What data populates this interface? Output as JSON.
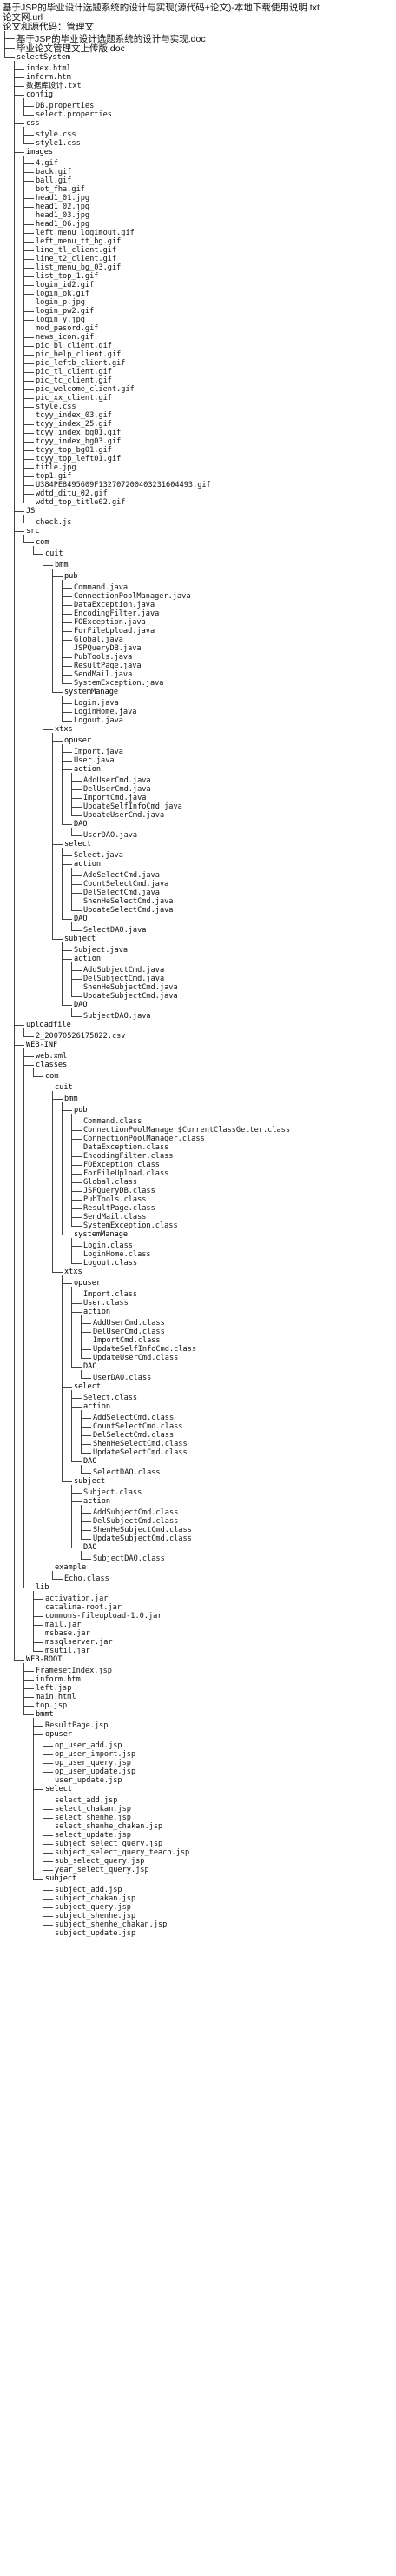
{
  "rows": [
    {
      "t": "基于JSP的毕业设计选题系统的设计与实现(源代码+论文)-本地下载使用说明.txt",
      "d": 0,
      "top": true
    },
    {
      "t": "论文网.url",
      "d": 0,
      "top": true
    },
    {
      "t": "论文和源代码：管理文",
      "d": 0,
      "top": true,
      "folder": true
    },
    {
      "t": "基于JSP的毕业设计选题系统的设计与实现.doc",
      "d": 1,
      "top": true
    },
    {
      "t": "毕业论文管理文上传版.doc",
      "d": 1,
      "top": true
    },
    {
      "t": "selectSystem",
      "d": 1,
      "folder": true
    },
    {
      "t": "index.html",
      "d": 2
    },
    {
      "t": "inform.htm",
      "d": 2
    },
    {
      "t": "数据库设计.txt",
      "d": 2
    },
    {
      "t": "config",
      "d": 2,
      "folder": true
    },
    {
      "t": "DB.properties",
      "d": 3
    },
    {
      "t": "select.properties",
      "d": 3
    },
    {
      "t": "css",
      "d": 2,
      "folder": true
    },
    {
      "t": "style.css",
      "d": 3
    },
    {
      "t": "style1.css",
      "d": 3
    },
    {
      "t": "images",
      "d": 2,
      "folder": true
    },
    {
      "t": "4.gif",
      "d": 3
    },
    {
      "t": "back.gif",
      "d": 3
    },
    {
      "t": "ball.gif",
      "d": 3
    },
    {
      "t": "bot_fha.gif",
      "d": 3
    },
    {
      "t": "head1_01.jpg",
      "d": 3
    },
    {
      "t": "head1_02.jpg",
      "d": 3
    },
    {
      "t": "head1_03.jpg",
      "d": 3
    },
    {
      "t": "head1_06.jpg",
      "d": 3
    },
    {
      "t": "left_menu_logimout.gif",
      "d": 3
    },
    {
      "t": "left_menu_tt_bg.gif",
      "d": 3
    },
    {
      "t": "line_tl_client.gif",
      "d": 3
    },
    {
      "t": "line_t2_client.gif",
      "d": 3
    },
    {
      "t": "list_menu_bg_03.gif",
      "d": 3
    },
    {
      "t": "list_top_1.gif",
      "d": 3
    },
    {
      "t": "login_id2.gif",
      "d": 3
    },
    {
      "t": "login_ok.gif",
      "d": 3
    },
    {
      "t": "login_p.jpg",
      "d": 3
    },
    {
      "t": "login_pw2.gif",
      "d": 3
    },
    {
      "t": "login_y.jpg",
      "d": 3
    },
    {
      "t": "mod_pasord.gif",
      "d": 3
    },
    {
      "t": "news_icon.gif",
      "d": 3
    },
    {
      "t": "pic_bl_client.gif",
      "d": 3
    },
    {
      "t": "pic_help_client.gif",
      "d": 3
    },
    {
      "t": "pic_leftb_client.gif",
      "d": 3
    },
    {
      "t": "pic_tl_client.gif",
      "d": 3
    },
    {
      "t": "pic_tc_client.gif",
      "d": 3
    },
    {
      "t": "pic_welcome_client.gif",
      "d": 3
    },
    {
      "t": "pic_xx_client.gif",
      "d": 3
    },
    {
      "t": "style.css",
      "d": 3
    },
    {
      "t": "tcyy_index_03.gif",
      "d": 3
    },
    {
      "t": "tcyy_index_25.gif",
      "d": 3
    },
    {
      "t": "tcyy_index_bg01.gif",
      "d": 3
    },
    {
      "t": "tcyy_index_bg03.gif",
      "d": 3
    },
    {
      "t": "tcyy_top_bg01.gif",
      "d": 3
    },
    {
      "t": "tcyy_top_left01.gif",
      "d": 3
    },
    {
      "t": "title.jpg",
      "d": 3
    },
    {
      "t": "top1.gif",
      "d": 3
    },
    {
      "t": "U384PE8495609F132707200403231604493.gif",
      "d": 3
    },
    {
      "t": "wdtd_ditu_02.gif",
      "d": 3
    },
    {
      "t": "wdtd_top_title02.gif",
      "d": 3
    },
    {
      "t": "JS",
      "d": 2,
      "folder": true
    },
    {
      "t": "check.js",
      "d": 3
    },
    {
      "t": "src",
      "d": 2,
      "folder": true
    },
    {
      "t": "com",
      "d": 3,
      "folder": true
    },
    {
      "t": "cuit",
      "d": 4,
      "folder": true
    },
    {
      "t": "bmm",
      "d": 5,
      "folder": true
    },
    {
      "t": "pub",
      "d": 6,
      "folder": true
    },
    {
      "t": "Command.java",
      "d": 7
    },
    {
      "t": "ConnectionPoolManager.java",
      "d": 7
    },
    {
      "t": "DataException.java",
      "d": 7
    },
    {
      "t": "EncodingFilter.java",
      "d": 7
    },
    {
      "t": "FOException.java",
      "d": 7
    },
    {
      "t": "ForFileUpload.java",
      "d": 7
    },
    {
      "t": "Global.java",
      "d": 7
    },
    {
      "t": "JSPQueryDB.java",
      "d": 7
    },
    {
      "t": "PubTools.java",
      "d": 7
    },
    {
      "t": "ResultPage.java",
      "d": 7
    },
    {
      "t": "SendMail.java",
      "d": 7
    },
    {
      "t": "SystemException.java",
      "d": 7
    },
    {
      "t": "systemManage",
      "d": 6,
      "folder": true
    },
    {
      "t": "Login.java",
      "d": 7
    },
    {
      "t": "LoginHome.java",
      "d": 7
    },
    {
      "t": "Logout.java",
      "d": 7
    },
    {
      "t": "xtxs",
      "d": 5,
      "folder": true
    },
    {
      "t": "opuser",
      "d": 6,
      "folder": true
    },
    {
      "t": "Import.java",
      "d": 7
    },
    {
      "t": "User.java",
      "d": 7
    },
    {
      "t": "action",
      "d": 7,
      "folder": true
    },
    {
      "t": "AddUserCmd.java",
      "d": 8
    },
    {
      "t": "DelUserCmd.java",
      "d": 8
    },
    {
      "t": "ImportCmd.java",
      "d": 8
    },
    {
      "t": "UpdateSelfInfoCmd.java",
      "d": 8
    },
    {
      "t": "UpdateUserCmd.java",
      "d": 8
    },
    {
      "t": "DAO",
      "d": 7,
      "folder": true
    },
    {
      "t": "UserDAO.java",
      "d": 8
    },
    {
      "t": "select",
      "d": 6,
      "folder": true
    },
    {
      "t": "Select.java",
      "d": 7
    },
    {
      "t": "action",
      "d": 7,
      "folder": true
    },
    {
      "t": "AddSelectCmd.java",
      "d": 8
    },
    {
      "t": "CountSelectCmd.java",
      "d": 8
    },
    {
      "t": "DelSelectCmd.java",
      "d": 8
    },
    {
      "t": "ShenHeSelectCmd.java",
      "d": 8
    },
    {
      "t": "UpdateSelectCmd.java",
      "d": 8
    },
    {
      "t": "DAO",
      "d": 7,
      "folder": true
    },
    {
      "t": "SelectDAO.java",
      "d": 8
    },
    {
      "t": "subject",
      "d": 6,
      "folder": true
    },
    {
      "t": "Subject.java",
      "d": 7
    },
    {
      "t": "action",
      "d": 7,
      "folder": true
    },
    {
      "t": "AddSubjectCmd.java",
      "d": 8
    },
    {
      "t": "DelSubjectCmd.java",
      "d": 8
    },
    {
      "t": "ShenHeSubjectCmd.java",
      "d": 8
    },
    {
      "t": "UpdateSubjectCmd.java",
      "d": 8
    },
    {
      "t": "DAO",
      "d": 7,
      "folder": true
    },
    {
      "t": "SubjectDAO.java",
      "d": 8
    },
    {
      "t": "uploadfile",
      "d": 2,
      "folder": true
    },
    {
      "t": "2_20070526175822.csv",
      "d": 3
    },
    {
      "t": "WEB-INF",
      "d": 2,
      "folder": true
    },
    {
      "t": "web.xml",
      "d": 3
    },
    {
      "t": "classes",
      "d": 3,
      "folder": true
    },
    {
      "t": "com",
      "d": 4,
      "folder": true
    },
    {
      "t": "cuit",
      "d": 5,
      "folder": true
    },
    {
      "t": "bmm",
      "d": 6,
      "folder": true
    },
    {
      "t": "pub",
      "d": 7,
      "folder": true
    },
    {
      "t": "Command.class",
      "d": 8
    },
    {
      "t": "ConnectionPoolManager$CurrentClassGetter.class",
      "d": 8
    },
    {
      "t": "ConnectionPoolManager.class",
      "d": 8
    },
    {
      "t": "DataException.class",
      "d": 8
    },
    {
      "t": "EncodingFilter.class",
      "d": 8
    },
    {
      "t": "FOException.class",
      "d": 8
    },
    {
      "t": "ForFileUpload.class",
      "d": 8
    },
    {
      "t": "Global.class",
      "d": 8
    },
    {
      "t": "JSPQueryDB.class",
      "d": 8
    },
    {
      "t": "PubTools.class",
      "d": 8
    },
    {
      "t": "ResultPage.class",
      "d": 8
    },
    {
      "t": "SendMail.class",
      "d": 8
    },
    {
      "t": "SystemException.class",
      "d": 8
    },
    {
      "t": "systemManage",
      "d": 7,
      "folder": true
    },
    {
      "t": "Login.class",
      "d": 8
    },
    {
      "t": "LoginHome.class",
      "d": 8
    },
    {
      "t": "Logout.class",
      "d": 8
    },
    {
      "t": "xtxs",
      "d": 6,
      "folder": true
    },
    {
      "t": "opuser",
      "d": 7,
      "folder": true
    },
    {
      "t": "Import.class",
      "d": 8
    },
    {
      "t": "User.class",
      "d": 8
    },
    {
      "t": "action",
      "d": 8,
      "folder": true
    },
    {
      "t": "AddUserCmd.class",
      "d": 9
    },
    {
      "t": "DelUserCmd.class",
      "d": 9
    },
    {
      "t": "ImportCmd.class",
      "d": 9
    },
    {
      "t": "UpdateSelfInfoCmd.class",
      "d": 9
    },
    {
      "t": "UpdateUserCmd.class",
      "d": 9
    },
    {
      "t": "DAO",
      "d": 8,
      "folder": true
    },
    {
      "t": "UserDAO.class",
      "d": 9
    },
    {
      "t": "select",
      "d": 7,
      "folder": true
    },
    {
      "t": "Select.class",
      "d": 8
    },
    {
      "t": "action",
      "d": 8,
      "folder": true
    },
    {
      "t": "AddSelectCmd.class",
      "d": 9
    },
    {
      "t": "CountSelectCmd.class",
      "d": 9
    },
    {
      "t": "DelSelectCmd.class",
      "d": 9
    },
    {
      "t": "ShenHeSelectCmd.class",
      "d": 9
    },
    {
      "t": "UpdateSelectCmd.class",
      "d": 9
    },
    {
      "t": "DAO",
      "d": 8,
      "folder": true
    },
    {
      "t": "SelectDAO.class",
      "d": 9
    },
    {
      "t": "subject",
      "d": 7,
      "folder": true
    },
    {
      "t": "Subject.class",
      "d": 8
    },
    {
      "t": "action",
      "d": 8,
      "folder": true
    },
    {
      "t": "AddSubjectCmd.class",
      "d": 9
    },
    {
      "t": "DelSubjectCmd.class",
      "d": 9
    },
    {
      "t": "ShenHeSubjectCmd.class",
      "d": 9
    },
    {
      "t": "UpdateSubjectCmd.class",
      "d": 9
    },
    {
      "t": "DAO",
      "d": 8,
      "folder": true
    },
    {
      "t": "SubjectDAO.class",
      "d": 9
    },
    {
      "t": "example",
      "d": 5,
      "folder": true
    },
    {
      "t": "Echo.class",
      "d": 6
    },
    {
      "t": "lib",
      "d": 3,
      "folder": true
    },
    {
      "t": "activation.jar",
      "d": 4
    },
    {
      "t": "catalina-root.jar",
      "d": 4
    },
    {
      "t": "commons-fileupload-1.0.jar",
      "d": 4
    },
    {
      "t": "mail.jar",
      "d": 4
    },
    {
      "t": "msbase.jar",
      "d": 4
    },
    {
      "t": "mssqlserver.jar",
      "d": 4
    },
    {
      "t": "msutil.jar",
      "d": 4
    },
    {
      "t": "WEB-ROOT",
      "d": 2,
      "folder": true
    },
    {
      "t": "FramesetIndex.jsp",
      "d": 3
    },
    {
      "t": "inform.htm",
      "d": 3
    },
    {
      "t": "left.jsp",
      "d": 3
    },
    {
      "t": "main.html",
      "d": 3
    },
    {
      "t": "top.jsp",
      "d": 3
    },
    {
      "t": "bmmt",
      "d": 3,
      "folder": true
    },
    {
      "t": "ResultPage.jsp",
      "d": 4
    },
    {
      "t": "opuser",
      "d": 4,
      "folder": true
    },
    {
      "t": "op_user_add.jsp",
      "d": 5
    },
    {
      "t": "op_user_import.jsp",
      "d": 5
    },
    {
      "t": "op_user_query.jsp",
      "d": 5
    },
    {
      "t": "op_user_update.jsp",
      "d": 5
    },
    {
      "t": "user_update.jsp",
      "d": 5
    },
    {
      "t": "select",
      "d": 4,
      "folder": true
    },
    {
      "t": "select_add.jsp",
      "d": 5
    },
    {
      "t": "select_chakan.jsp",
      "d": 5
    },
    {
      "t": "select_shenhe.jsp",
      "d": 5
    },
    {
      "t": "select_shenhe_chakan.jsp",
      "d": 5
    },
    {
      "t": "select_update.jsp",
      "d": 5
    },
    {
      "t": "subject_select_query.jsp",
      "d": 5
    },
    {
      "t": "subject_select_query_teach.jsp",
      "d": 5
    },
    {
      "t": "sub_select_query.jsp",
      "d": 5
    },
    {
      "t": "year_select_query.jsp",
      "d": 5
    },
    {
      "t": "subject",
      "d": 4,
      "folder": true
    },
    {
      "t": "subject_add.jsp",
      "d": 5
    },
    {
      "t": "subject_chakan.jsp",
      "d": 5
    },
    {
      "t": "subject_query.jsp",
      "d": 5
    },
    {
      "t": "subject_shenhe.jsp",
      "d": 5
    },
    {
      "t": "subject_shenhe_chakan.jsp",
      "d": 5
    },
    {
      "t": "subject_update.jsp",
      "d": 5
    }
  ]
}
